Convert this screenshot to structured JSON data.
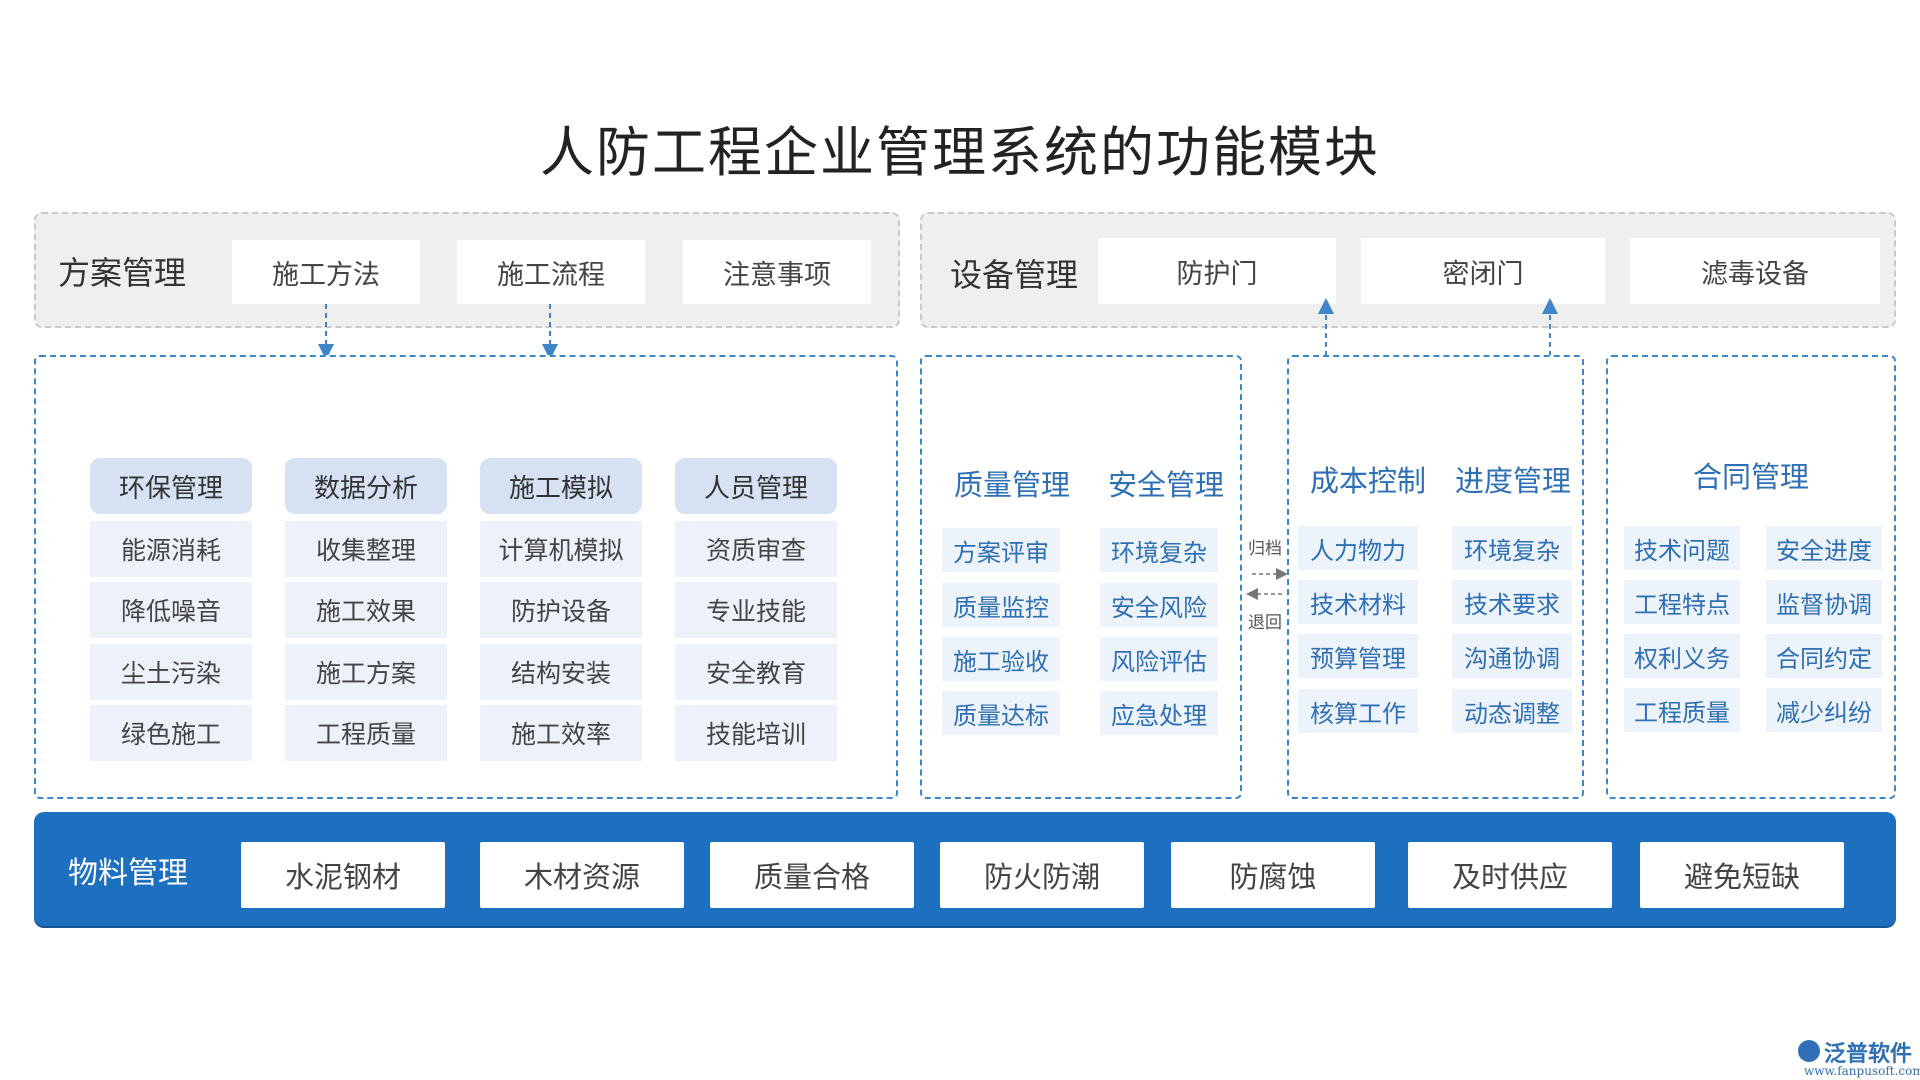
{
  "title": "人防工程企业管理系统的功能模块",
  "plan": {
    "label": "方案管理",
    "items": [
      "施工方法",
      "施工流程",
      "注意事项"
    ]
  },
  "equipment": {
    "label": "设备管理",
    "items": [
      "防护门",
      "密闭门",
      "滤毒设备"
    ]
  },
  "columns": [
    {
      "header": "环保管理",
      "items": [
        "能源消耗",
        "降低噪音",
        "尘土污染",
        "绿色施工"
      ]
    },
    {
      "header": "数据分析",
      "items": [
        "收集整理",
        "施工效果",
        "施工方案",
        "工程质量"
      ]
    },
    {
      "header": "施工模拟",
      "items": [
        "计算机模拟",
        "防护设备",
        "结构安装",
        "施工效率"
      ]
    },
    {
      "header": "人员管理",
      "items": [
        "资质审查",
        "专业技能",
        "安全教育",
        "技能培训"
      ]
    }
  ],
  "quality_safety": [
    {
      "title": "质量管理",
      "items": [
        "方案评审",
        "质量监控",
        "施工验收",
        "质量达标"
      ]
    },
    {
      "title": "安全管理",
      "items": [
        "环境复杂",
        "安全风险",
        "风险评估",
        "应急处理"
      ]
    }
  ],
  "archive_label": "归档",
  "return_label": "退回",
  "cost_progress": [
    {
      "title": "成本控制",
      "items": [
        "人力物力",
        "技术材料",
        "预算管理",
        "核算工作"
      ]
    },
    {
      "title": "进度管理",
      "items": [
        "环境复杂",
        "技术要求",
        "沟通协调",
        "动态调整"
      ]
    }
  ],
  "contract": {
    "title": "合同管理",
    "items": [
      "技术问题",
      "安全进度",
      "工程特点",
      "监督协调",
      "权利义务",
      "合同约定",
      "工程质量",
      "减少纠纷"
    ]
  },
  "material": {
    "label": "物料管理",
    "items": [
      "水泥钢材",
      "木材资源",
      "质量合格",
      "防火防潮",
      "防腐蚀",
      "及时供应",
      "避免短缺"
    ]
  },
  "logo": {
    "name": "泛普软件",
    "url": "www.fanpusoft.com"
  },
  "colors": {
    "accent_blue": "#1d70c0",
    "section_text": "#2f6fb5",
    "header_fill": "#d6e2f3",
    "cell_fill": "#edf2fa"
  }
}
